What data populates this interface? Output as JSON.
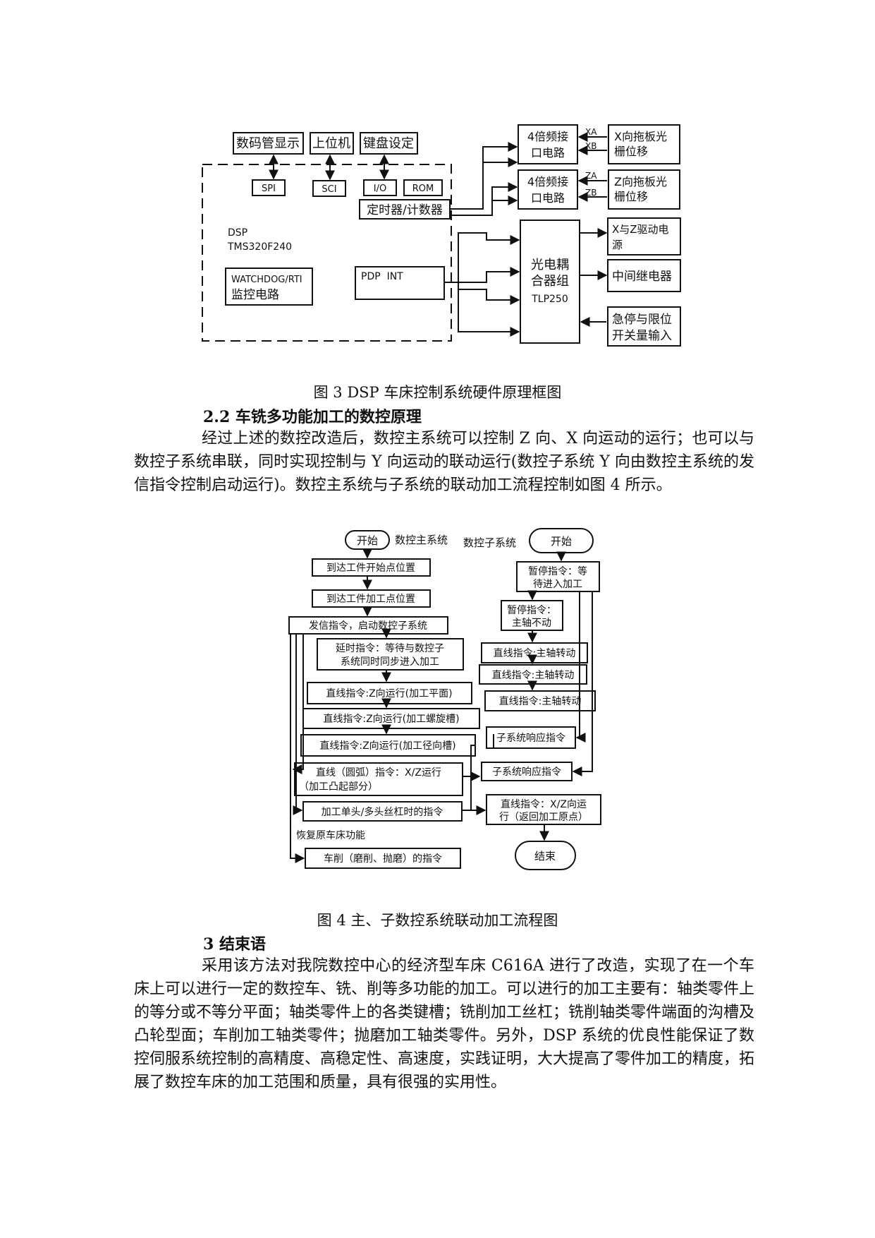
{
  "figure3": {
    "boxes": {
      "seg_display": "数码管显示",
      "host": "上位机",
      "keyboard": "键盘设定",
      "spi": "SPI",
      "sci": "SCI",
      "io": "I/O",
      "rom": "ROM",
      "timer": "定时器/计数器",
      "dsp1": "DSP",
      "dsp2": "TMS320F240",
      "watchdog1": "WATCHDOG/RTI",
      "watchdog2": "监控电路",
      "pdp": "PDP  INT",
      "quad1_l1": "4倍频接",
      "quad1_l2": "口电路",
      "quad2_l1": "4倍频接",
      "quad2_l2": "口电路",
      "xa": "XA",
      "xb": "XB",
      "za": "ZA",
      "zb": "ZB",
      "xgrating_l1": "X向拖板光",
      "xgrating_l2": "栅位移",
      "zgrating_l1": "Z向拖板光",
      "zgrating_l2": "栅位移",
      "opto_l1": "光电耦",
      "opto_l2": "合器组",
      "opto_l3": "TLP250",
      "xzdrive_l1": "X与Z驱动电",
      "xzdrive_l2": "源",
      "relay": "中间继电器",
      "estop_l1": "急停与限位",
      "estop_l2": "开关量输入"
    },
    "caption": "图 3  DSP 车床控制系统硬件原理框图"
  },
  "section22": {
    "heading": "2.2  车铣多功能加工的数控原理",
    "paragraph": "经过上述的数控改造后，数控主系统可以控制 Z 向、X 向运动的运行；也可以与数控子系统串联，同时实现控制与 Y 向运动的联动运行(数控子系统 Y 向由数控主系统的发信指令控制启动运行)。数控主系统与子系统的联动加工流程控制如图 4 所示。"
  },
  "figure4": {
    "main_start": "开始",
    "main_label": "数控主系统",
    "sub_label": "数控子系统",
    "sub_start": "开始",
    "m1": "到达工件开始点位置",
    "m2": "到达工件加工点位置",
    "m3": "发信指令，启动数控子系统",
    "m4_l1": "延时指令：等待与数控子",
    "m4_l2": "系统同时同步进入加工",
    "m5": "直线指令:Z向运行(加工平面)",
    "m6": "直线指令:Z向运行(加工螺旋槽)",
    "m7": "直线指令:Z向运行(加工径向槽)",
    "m8_l1": "直线（圆弧）指令：X/Z运行",
    "m8_l2": "（加工凸起部分）",
    "m9": "加工单头/多头丝杠时的指令",
    "restore": "恢复原车床功能",
    "m10": "车削（磨削、抛磨）的指令",
    "s1_l1": "暂停指令：等",
    "s1_l2": "待进入加工",
    "s2_l1": "暂停指令：",
    "s2_l2": "主轴不动",
    "s3": "直线指令:主轴转动",
    "s4": "直线指令:主轴转动",
    "s5": "直线指令:主轴转动",
    "s6": "子系统响应指令",
    "s7": "子系统响应指令",
    "s8_l1": "直线指令：X/Z向运",
    "s8_l2": "行（返回加工原点）",
    "end": "结束",
    "caption": "图 4  主、子数控系统联动加工流程图"
  },
  "section3": {
    "heading": "3  结束语",
    "paragraph": "采用该方法对我院数控中心的经济型车床 C616A 进行了改造，实现了在一个车床上可以进行一定的数控车、铣、削等多功能的加工。可以进行的加工主要有：轴类零件上的等分或不等分平面；轴类零件上的各类键槽；铣削加工丝杠；铣削轴类零件端面的沟槽及凸轮型面；车削加工轴类零件；抛磨加工轴类零件。另外，DSP 系统的优良性能保证了数控伺服系统控制的高精度、高稳定性、高速度，实践证明，大大提高了零件加工的精度，拓展了数控车床的加工范围和质量，具有很强的实用性。"
  }
}
